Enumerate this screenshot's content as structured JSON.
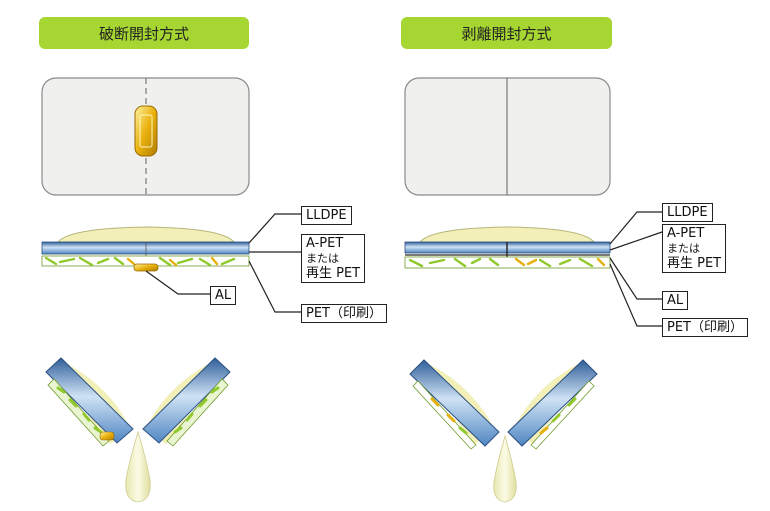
{
  "left": {
    "title": "破断開封方式",
    "layer_labels": {
      "lldpe": "LLDPE",
      "apet_1": "A-PET",
      "apet_2": "または",
      "apet_3": "再生 PET",
      "al": "AL",
      "pet": "PET（印刷）"
    }
  },
  "right": {
    "title": "剥離開封方式",
    "layer_labels": {
      "lldpe": "LLDPE",
      "apet_1": "A-PET",
      "apet_2": "または",
      "apet_3": "再生 PET",
      "al": "AL",
      "pet": "PET（印刷）"
    }
  },
  "colors": {
    "accent_green": "#a6d631",
    "film_blue": "#5b8fc9",
    "cream": "#f2f0b8",
    "gold": "#e5b00c",
    "card_gray": "#f0f0ee"
  },
  "icons": [
    "tab-icon"
  ]
}
